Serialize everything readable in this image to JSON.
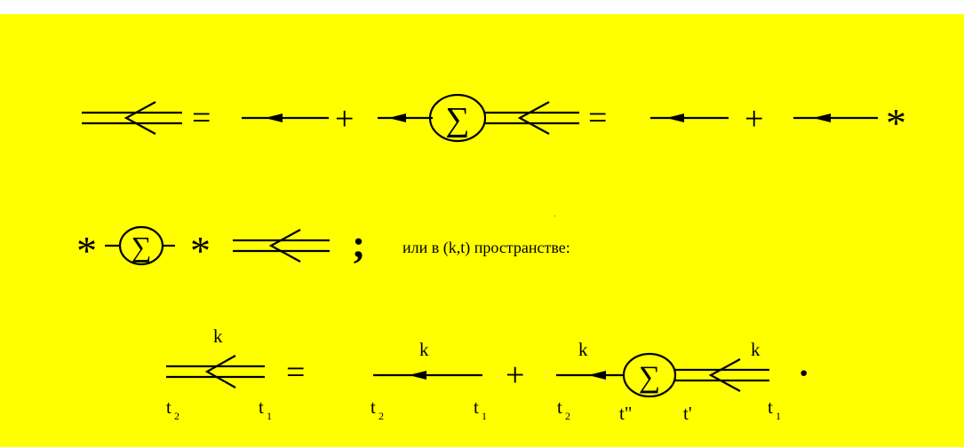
{
  "colors": {
    "background": "#ffff00",
    "top_strip": "#ffffff",
    "ink": "#000000"
  },
  "symbols": {
    "equals": "=",
    "plus": "+",
    "star": "*",
    "sigma": "∑",
    "semicolon": ";",
    "period": "·"
  },
  "caption": "или в (k,t) пространстве:",
  "labels": {
    "k": "k",
    "t": "t",
    "t_double_prime": "t\"",
    "t_prime": "t'",
    "sub_1": "1",
    "sub_2": "2"
  }
}
